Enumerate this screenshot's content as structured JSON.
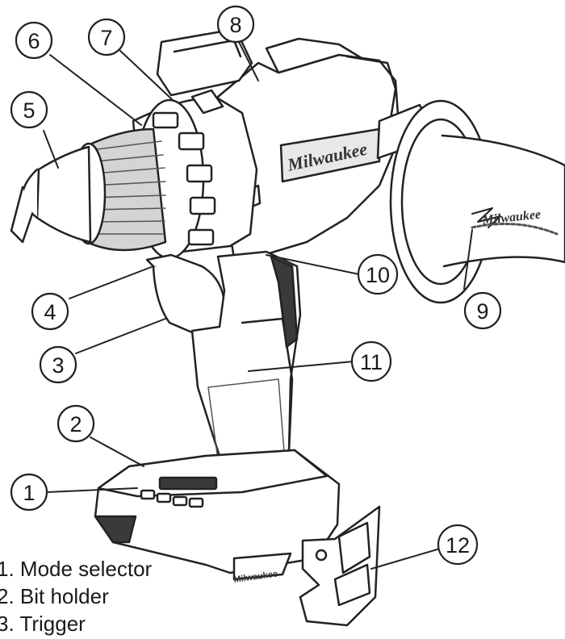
{
  "callouts": [
    "1",
    "2",
    "3",
    "4",
    "5",
    "6",
    "7",
    "8",
    "9",
    "10",
    "11",
    "12"
  ],
  "legend": [
    "1. Mode selector",
    "2. Bit holder",
    "3. Trigger"
  ],
  "brand_marks": {
    "body_logo": "Milwaukee",
    "battery_logo": "Milwaukee",
    "grip_logo": "Milwaukee"
  },
  "colors": {
    "line": "#222222",
    "fill": "#ffffff",
    "shade": "#bdbdbd",
    "dark": "#3a3a3a"
  }
}
